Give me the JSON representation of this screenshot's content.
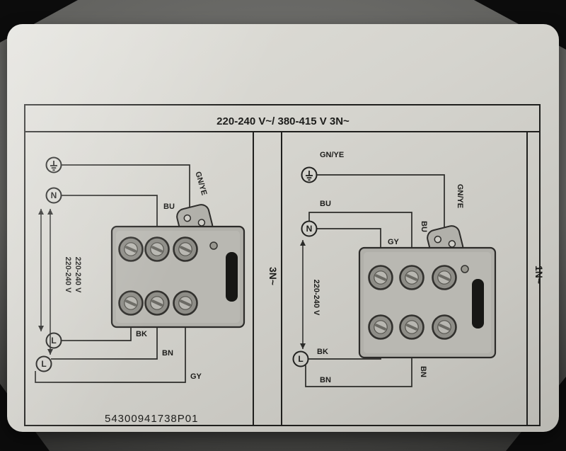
{
  "header": {
    "title": "220-240 V~/ 380-415 V 3N~"
  },
  "part_number": "54300941738P01",
  "colors": {
    "label_bg": "#d5d4ce",
    "line": "#2a2a28"
  },
  "panels": {
    "left": {
      "name": "3N~",
      "nodes": {
        "n": "N",
        "l1": "L",
        "l2": "L"
      },
      "wires": {
        "gnye": "GN/YE",
        "bu": "BU",
        "bk": "BK",
        "bn": "BN",
        "gy": "GY"
      },
      "voltage_1": "220-240 V",
      "voltage_2": "220-240 V"
    },
    "right": {
      "name": "1N~",
      "nodes": {
        "n": "N",
        "l": "L"
      },
      "wires": {
        "gnye_top": "GN/YE",
        "gnye_side": "GN/YE",
        "bu": "BU",
        "bu_side": "BU",
        "gy": "GY",
        "bk": "BK",
        "bn_side": "BN",
        "bn_bottom": "BN"
      },
      "voltage_1": "220-240 V"
    }
  }
}
